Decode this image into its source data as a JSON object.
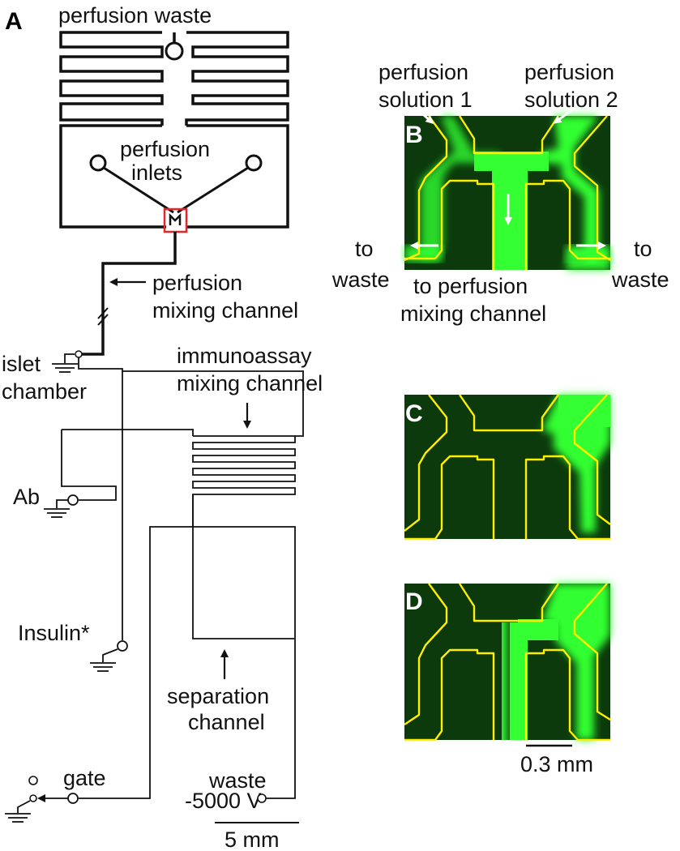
{
  "figure": {
    "panel_a": "A",
    "panel_b": "B",
    "panel_c": "C",
    "panel_d": "D"
  },
  "labels": {
    "perfusion_waste": "perfusion waste",
    "perfusion_inlets_1": "perfusion",
    "perfusion_inlets_2": "inlets",
    "perfusion_mixing_1": "perfusion",
    "perfusion_mixing_2": "mixing channel",
    "islet_1": "islet",
    "islet_2": "chamber",
    "immuno_1": "immunoassay",
    "immuno_2": "mixing channel",
    "ab": "Ab",
    "insulin": "Insulin*",
    "separation_1": "separation",
    "separation_2": "channel",
    "gate": "gate",
    "waste": "waste",
    "voltage": "-5000 V",
    "scale_a": "5 mm"
  },
  "micrograph_labels": {
    "solution1_1": "perfusion",
    "solution1_2": "solution 1",
    "solution2_1": "perfusion",
    "solution2_2": "solution 2",
    "to_waste_left_1": "to",
    "to_waste_left_2": "waste",
    "to_waste_right_1": "to",
    "to_waste_right_2": "waste",
    "to_mixing_1": "to perfusion",
    "to_mixing_2": "mixing channel",
    "scale_b": "0.3 mm"
  },
  "colors": {
    "line": "#111111",
    "channel_outline": "#ffee00",
    "fluorescence": "#33ff33",
    "background": "#0c3a0c",
    "highlight_box": "#e8262a"
  }
}
